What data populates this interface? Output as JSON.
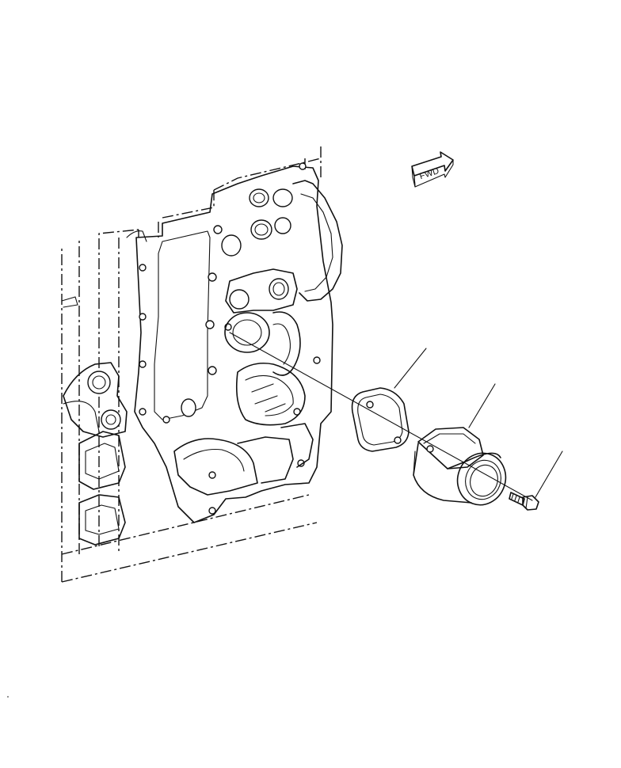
{
  "diagram": {
    "fwd_label": "FWD",
    "colors": {
      "line": "#111111",
      "background": "#ffffff"
    },
    "parts": [
      {
        "name": "engine-block",
        "callout": ""
      },
      {
        "name": "gasket",
        "callout": ""
      },
      {
        "name": "water-outlet-connector",
        "callout": ""
      },
      {
        "name": "bolt",
        "callout": ""
      }
    ]
  }
}
